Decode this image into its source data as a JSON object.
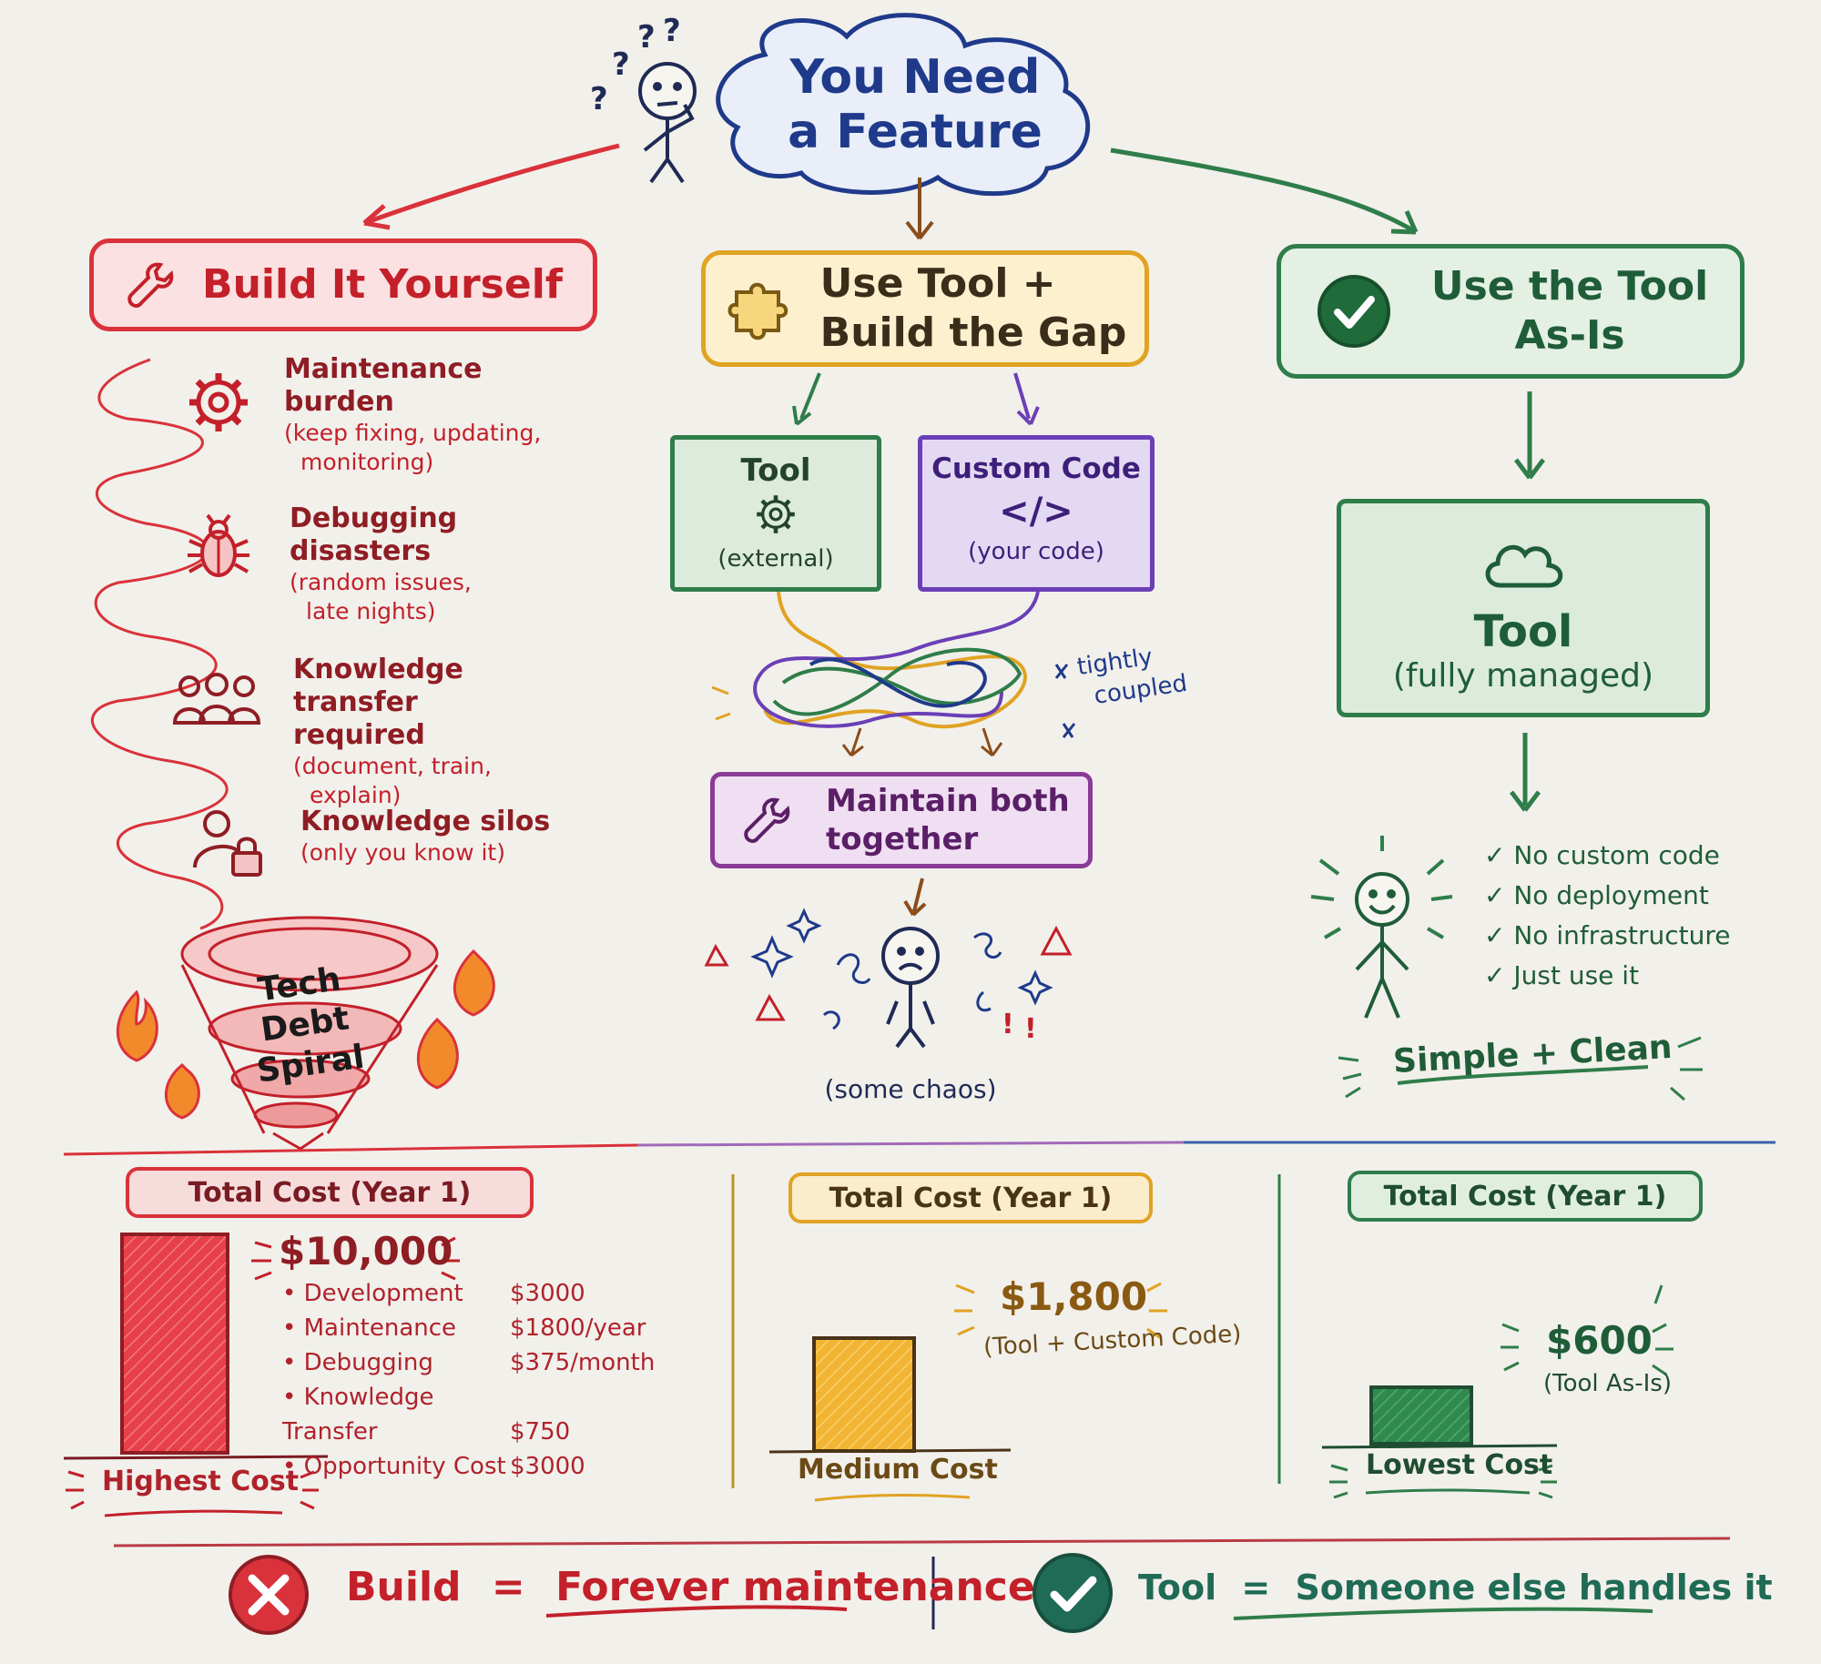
{
  "title": {
    "line1": "You Need",
    "line2": "a Feature"
  },
  "columns": {
    "build": {
      "title": "Build It Yourself",
      "items": [
        {
          "title_1": "Maintenance",
          "title_2": "burden",
          "sub_1": "(keep fixing, updating,",
          "sub_2": "monitoring)",
          "icon": "gear-icon"
        },
        {
          "title_1": "Debugging",
          "title_2": "disasters",
          "sub_1": "(random issues,",
          "sub_2": "late nights)",
          "icon": "bug-icon"
        },
        {
          "title_1": "Knowledge transfer",
          "title_2": "required",
          "sub_1": "(document, train,",
          "sub_2": "explain)",
          "icon": "people-icon"
        },
        {
          "title_1": "Knowledge silos",
          "sub_1": "(only you know it)",
          "icon": "user-lock-icon"
        }
      ],
      "spiral_1": "Tech Debt",
      "spiral_2": "Spiral"
    },
    "hybrid": {
      "title_1": "Use Tool +",
      "title_2": "Build the Gap",
      "tool": {
        "title": "Tool",
        "sub": "(external)"
      },
      "code": {
        "title": "Custom Code",
        "icon_text": "</>",
        "sub": "(your code)"
      },
      "coupled_1": "tightly",
      "coupled_2": "coupled",
      "maintain_1": "Maintain both",
      "maintain_2": "together",
      "chaos": "(some chaos)"
    },
    "asis": {
      "title_1": "Use the Tool",
      "title_2": "As-Is",
      "tool_title": "Tool",
      "tool_sub": "(fully managed)",
      "checks": [
        "✓ No custom code",
        "✓ No deployment",
        "✓ No infrastructure",
        "✓ Just use it"
      ],
      "tagline": "Simple + Clean"
    }
  },
  "costs": {
    "build": {
      "header": "Total Cost (Year 1)",
      "total": "$10,000",
      "breakdown": [
        {
          "label": "Development",
          "value": "$3000"
        },
        {
          "label": "Maintenance",
          "value": "$1800/year"
        },
        {
          "label": "Debugging",
          "value": "$375/month"
        },
        {
          "label": "Knowledge Transfer",
          "value": "$750"
        },
        {
          "label": "Opportunity Cost",
          "value": "$3000"
        }
      ],
      "label": "Highest Cost",
      "amount": 10000
    },
    "hybrid": {
      "header": "Total Cost (Year 1)",
      "total": "$1,800",
      "note": "(Tool + Custom Code)",
      "label": "Medium Cost",
      "amount": 1800
    },
    "asis": {
      "header": "Total Cost (Year 1)",
      "total": "$600",
      "note": "(Tool As-Is)",
      "label": "Lowest Cost",
      "amount": 600
    }
  },
  "footer": {
    "left": {
      "word": "Build",
      "eq": "=",
      "rest": "Forever maintenance"
    },
    "right": {
      "word": "Tool",
      "eq": "=",
      "rest": "Someone else handles it"
    }
  },
  "colors": {
    "red": "#d9323a",
    "amber": "#e0a323",
    "green": "#2f7d4a",
    "purple": "#6b3fb6",
    "navy": "#1f3a8a"
  }
}
